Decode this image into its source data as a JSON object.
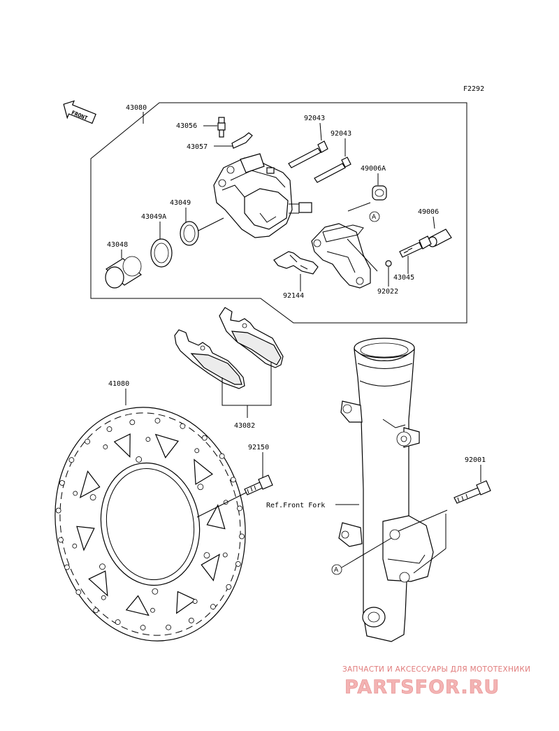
{
  "figure_id": "F2292",
  "front_label": "FRONT",
  "callout_marker": "A",
  "ref_label": "Ref.Front Fork",
  "parts": {
    "p43080": "43080",
    "p43056": "43056",
    "p43057": "43057",
    "p92043a": "92043",
    "p92043b": "92043",
    "p49006a": "49006A",
    "p43049": "43049",
    "p43049a": "43049A",
    "p43048": "43048",
    "p49006": "49006",
    "p43045": "43045",
    "p92022": "92022",
    "p92144": "92144",
    "p41080": "41080",
    "p43082": "43082",
    "p92150": "92150",
    "p92001": "92001"
  },
  "watermark": {
    "subtitle": "ЗАПЧАСТИ И АКСЕССУАРЫ ДЛЯ МОТОТЕХНИКИ",
    "brand": "PARTSFOR.RU"
  },
  "colors": {
    "ink": "#000000",
    "watermark": "#e58a8a"
  }
}
